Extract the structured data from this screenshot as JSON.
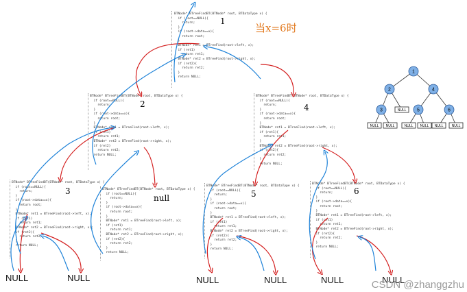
{
  "blocks": [
    {
      "label": "1",
      "lines": [
        "BTNode* BTreeFindBT(BTNode* root, BTDataType x) {",
        "  if (root==NULL){",
        "    return;",
        "  }",
        "  if (root->data==x){",
        "    return root;",
        "  }",
        "  BTNode* ret1 = BTreeFind(root->left, x);",
        "  if (ret1)",
        "    return ret1;",
        "  BTNode* ret2 = BTreeFind(root->right, x);",
        "  if (ret2){",
        "    return ret2;",
        "  }",
        "  return NULL;"
      ]
    },
    {
      "label": "2",
      "lines": [
        "BTNode* BTreeFindBT(BTNode* root, BTDataType x) {",
        "  if (root==NULL){",
        "    return;",
        "  }",
        "  if (root->data==x){",
        "    return root;",
        "  }",
        "  BTNode* ret1 = BTreeFind(root->left, x);",
        "  if (ret1)",
        "    return ret1;",
        "  BTNode* ret2 = BTreeFind(root->right, x);",
        "  if (ret2)",
        "    return ret2;",
        "  return NULL;"
      ]
    },
    {
      "label": "4",
      "lines": [
        "BTNode* BTreeFindBT(BTNode* root, BTDataType x) {",
        "  if (root==NULL){",
        "    return;",
        "  }",
        "  if (root->data==x){",
        "    return root;",
        "  }",
        "  BTNode* ret1 = BTreeFind(root->left, x);",
        "  if (ret1){",
        "    return ret1;",
        "  }",
        "  BTNode* ret2 = BTreeFind(root->right, x);",
        "  if (ret2){",
        "    return ret2;",
        "  }",
        "  return NULL;"
      ]
    },
    {
      "label": "3",
      "lines": [
        "BTNode* BTreeFindBT(BTNode* root, BTDataType x) {",
        "  if (root==NULL){",
        "    return;",
        "  }",
        "  if (root->data==x){",
        "    return root;",
        "  }",
        "  BTNode* ret1 = BTreeFind(root->left, x);",
        "  if (ret1)",
        "    return ret1;",
        "  BTNode* ret2 = BTreeFind(root->right, x);",
        "  if (ret2){",
        "    return ret2;",
        "  }",
        "  return NULL;"
      ]
    },
    {
      "label": "null",
      "lines": [
        "BTNode* BTreeFindBT(BTNode* root, BTDataType x) {",
        "  if (root==NULL){",
        "    return;",
        "  }",
        "  if (root->data==x){",
        "    return root;",
        "  }",
        "  BTNode* ret1 = BTreeFind(root->left, x);",
        "  if (ret1)",
        "    return ret1;",
        "  BTNode* ret2 = BTreeFind(root->right, x);",
        "  if (ret2){",
        "    return ret2;",
        "  }",
        "  return NULL;"
      ]
    },
    {
      "label": "5",
      "lines": [
        "BTNode* BTreeFindBT(BTNode* root, BTDataType x) {",
        "  if (root==NULL){",
        "    return;",
        "  }",
        "  if (root->data==x){",
        "    return root;",
        "  }",
        "  BTNode* ret1 = BTreeFind(root->left, x);",
        "  if (ret1)",
        "    return ret1;",
        "  BTNode* ret2 = BTreeFind(root->right, x);",
        "  if (ret2){",
        "    return ret2;",
        "  }",
        "  return NULL;"
      ]
    },
    {
      "label": "6",
      "lines": [
        "BTNode* BTreeFindBT(BTNode* root, BTDataType x) {",
        "  if (root==NULL){",
        "    return;",
        "  }",
        "  if (root->data==x){",
        "    return root;",
        "  }",
        "  BTNode* ret1 = BTreeFind(root->left, x);",
        "  if (ret1)",
        "    return ret1;",
        "  BTNode* ret2 = BTreeFind(root->right, x);",
        "  if (ret2){",
        "    return ret2;",
        "  }",
        "  return NULL;"
      ]
    }
  ],
  "note": "当x=6时",
  "tree": {
    "nodes": [
      "1",
      "2",
      "4",
      "3",
      "5",
      "6"
    ],
    "null_label": "NULL"
  },
  "bottom_nulls": [
    "NULL",
    "NULL",
    "NULL",
    "NULL",
    "NULL",
    "NULL"
  ],
  "watermark": "CSDN @zhanggzhu",
  "colors": {
    "red": "#d42020",
    "blue": "#1e82d8",
    "node_fill": "#7fb0e6",
    "node_stroke": "#2a5a9a",
    "note": "#e2791e"
  }
}
